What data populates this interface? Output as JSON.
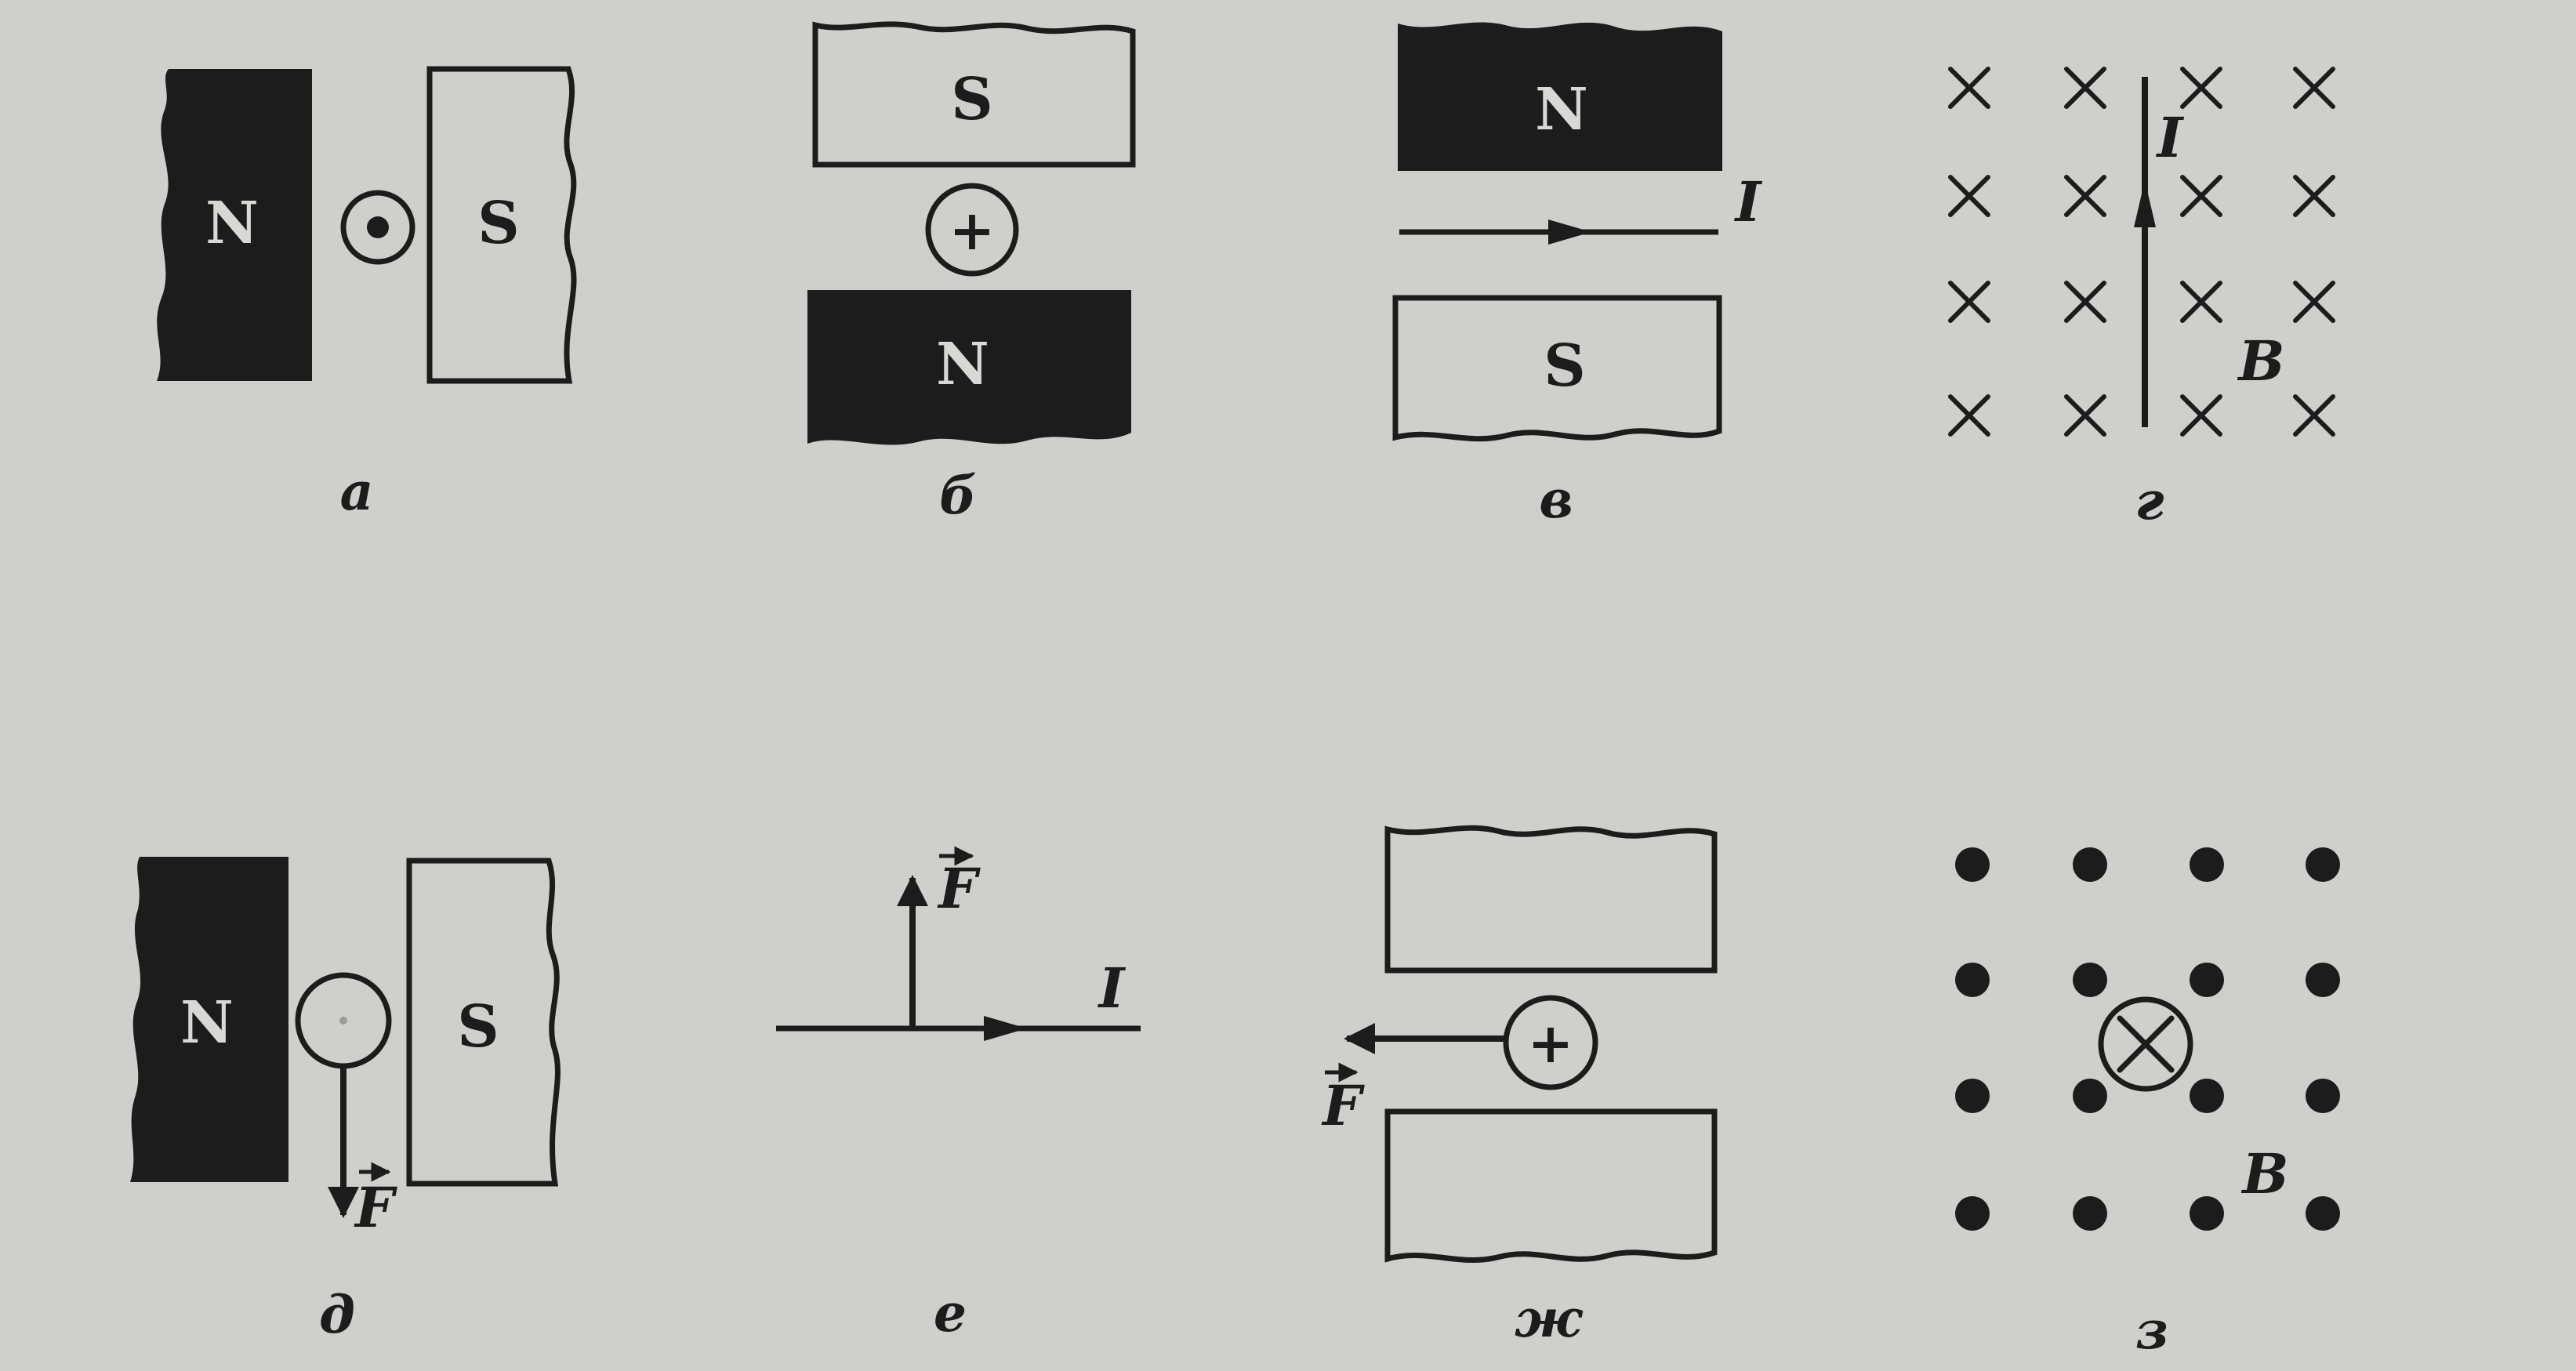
{
  "colors": {
    "background": "#cfd0cc",
    "ink": "#1c1c1c",
    "paper": "#d8d9d5"
  },
  "poles": {
    "north": "N",
    "south": "S"
  },
  "symbols": {
    "current": "I",
    "field": "B",
    "force": "F",
    "positive": "+"
  },
  "captions": {
    "a": "а",
    "b": "б",
    "v": "в",
    "g": "г",
    "d": "д",
    "e": "е",
    "zh": "ж",
    "z": "з"
  }
}
